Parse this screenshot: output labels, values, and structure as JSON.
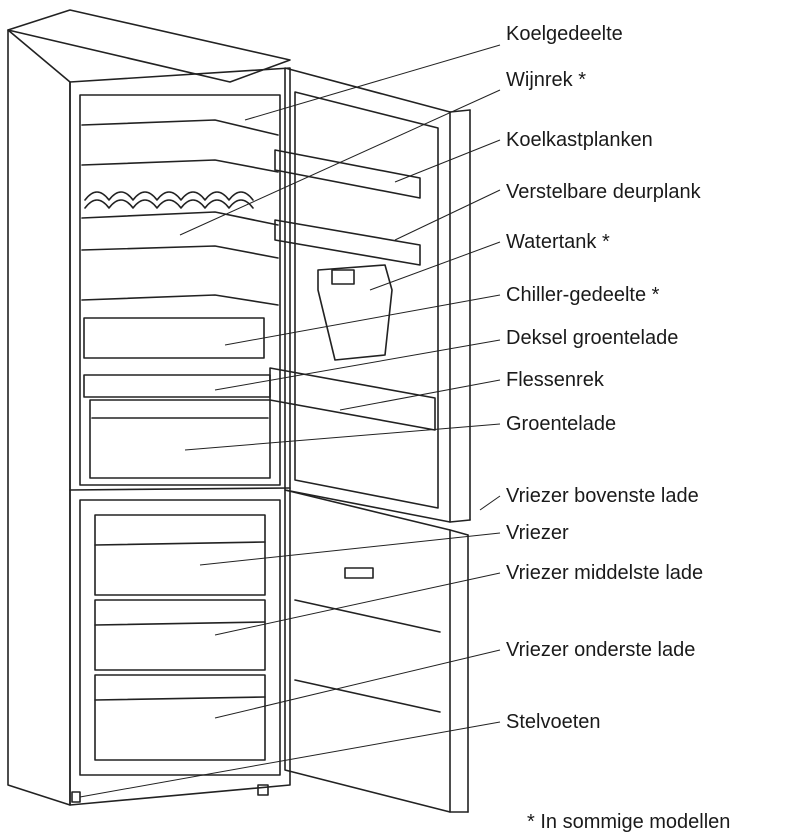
{
  "labels": [
    "Koelgedeelte",
    "Wijnrek *",
    "Koelkastplanken",
    "Verstelbare deurplank",
    "Watertank *",
    "Chiller-gedeelte *",
    "Deksel groentelade",
    "Flessenrek",
    "Groentelade",
    "Vriezer bovenste lade",
    "Vriezer",
    "Vriezer middelste lade",
    "Vriezer onderste lade",
    "Stelvoeten"
  ],
  "footnote": "* In sommige modellen",
  "colors": {
    "line": "#222222",
    "text": "#1a1a1a",
    "background": "#ffffff"
  }
}
